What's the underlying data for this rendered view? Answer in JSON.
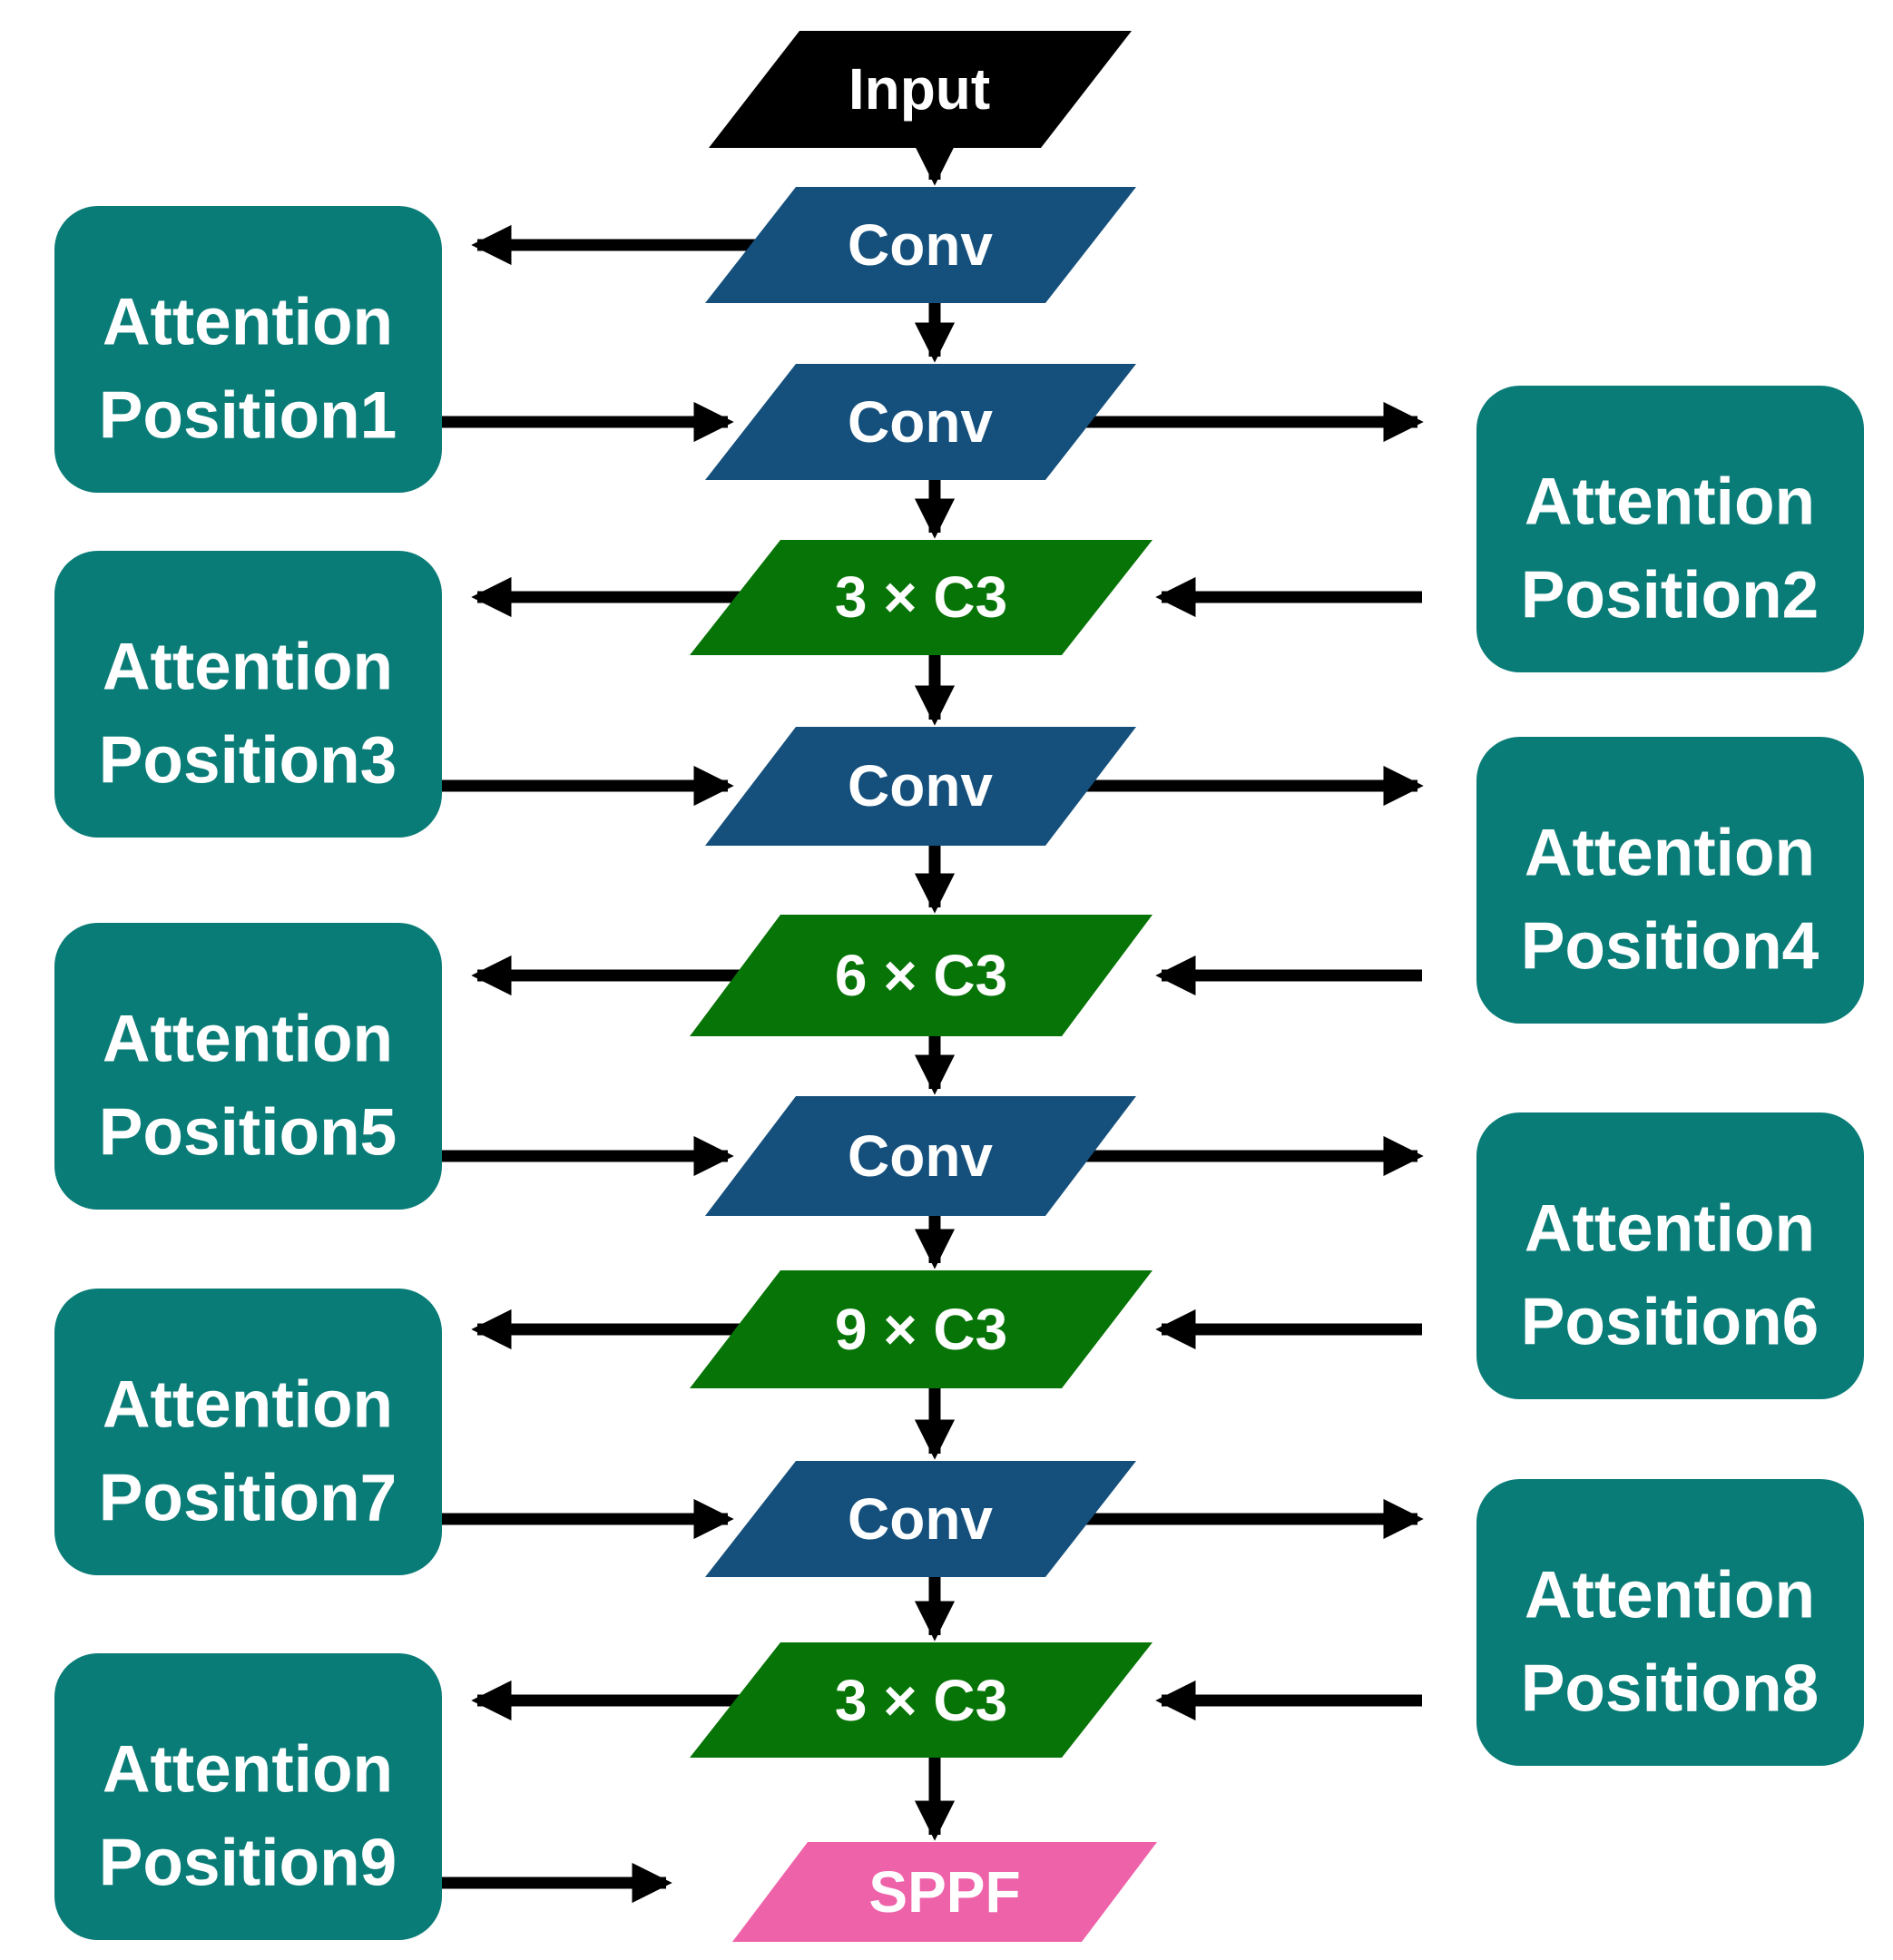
{
  "figure": {
    "description_present_in_pixels_only": false
  },
  "colors": {
    "background": "#FFFFFF",
    "input_node": "#000000",
    "conv_node": "#15507C",
    "c3_node": "#067406",
    "attention_node": "#0A7C77",
    "sppf_node": "#EE62A9",
    "arrow": "#000000",
    "label_text": "#FFFFFF"
  },
  "backbone": [
    {
      "label": "Input"
    },
    {
      "label": "Conv"
    },
    {
      "label": "Conv"
    },
    {
      "label": "3 × C3"
    },
    {
      "label": "Conv"
    },
    {
      "label": "6 × C3"
    },
    {
      "label": "Conv"
    },
    {
      "label": "9 × C3"
    },
    {
      "label": "Conv"
    },
    {
      "label": "3 × C3"
    },
    {
      "label": "SPPF"
    }
  ],
  "attention": {
    "left": [
      {
        "line1": "Attention",
        "line2": "Position1"
      },
      {
        "line1": "Attention",
        "line2": "Position3"
      },
      {
        "line1": "Attention",
        "line2": "Position5"
      },
      {
        "line1": "Attention",
        "line2": "Position7"
      },
      {
        "line1": "Attention",
        "line2": "Position9"
      }
    ],
    "right": [
      {
        "line1": "Attention",
        "line2": "Position2"
      },
      {
        "line1": "Attention",
        "line2": "Position4"
      },
      {
        "line1": "Attention",
        "line2": "Position6"
      },
      {
        "line1": "Attention",
        "line2": "Position8"
      }
    ]
  }
}
